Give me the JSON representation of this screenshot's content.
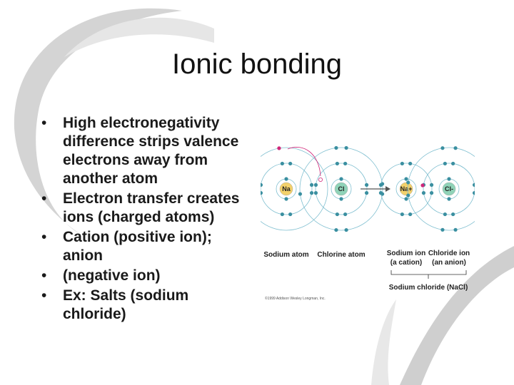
{
  "slide": {
    "title": "Ionic bonding",
    "bullets": [
      "High electronegativity difference strips valence electrons away from another atom",
      "Electron transfer creates ions (charged atoms)",
      "Cation (positive ion); anion",
      "(negative ion)",
      "Ex: Salts (sodium chloride)"
    ],
    "bullet_glyph": "•"
  },
  "diagram": {
    "atoms": [
      {
        "nucleus": "Na",
        "label": "Sodium atom",
        "sublabel": ""
      },
      {
        "nucleus": "Cl",
        "label": "Chlorine atom",
        "sublabel": ""
      },
      {
        "nucleus": "Na+",
        "label": "Sodium ion",
        "sublabel": "(a cation)"
      },
      {
        "nucleus": "Cl-",
        "label": "Chloride ion",
        "sublabel": "(an anion)"
      }
    ],
    "group_label": "Sodium chloride (NaCl)",
    "copyright": "©1999 Addison Wesley Longman, Inc.",
    "colors": {
      "electron": "#3a8fa0",
      "transferred_electron": "#d0287a",
      "orbit": "#7fbfd0",
      "na_nucleus": "#f2d16b",
      "cl_nucleus": "#8fd3b8",
      "arrow": "#555555",
      "swoosh": "#d4d4d4"
    }
  }
}
